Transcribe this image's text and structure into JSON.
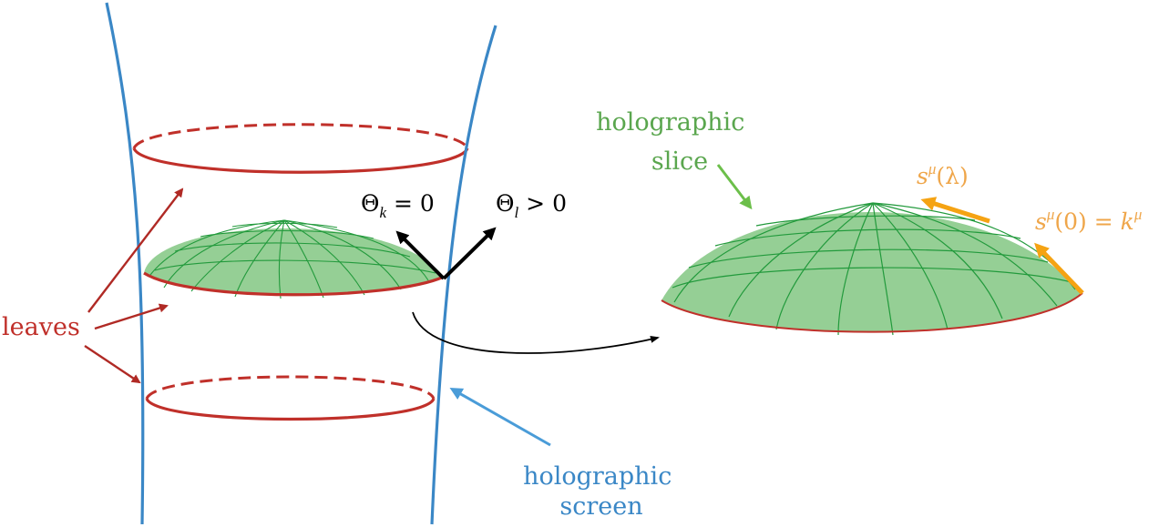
{
  "labels": {
    "leaves": "leaves",
    "holographic_screen": [
      "holographic",
      "screen"
    ],
    "holographic_slice": [
      "holographic",
      "slice"
    ],
    "theta_k": {
      "symbol": "Θ",
      "subscript": "k",
      "relation": " = 0"
    },
    "theta_l": {
      "symbol": "Θ",
      "subscript": "l",
      "relation": " > 0"
    },
    "s_lambda": {
      "base": "s",
      "superscript": "μ",
      "argument": "(λ)"
    },
    "s_zero": {
      "base": "s",
      "superscript": "μ",
      "argument": "(0) = ",
      "rhs_base": "k",
      "rhs_superscript": "μ"
    }
  },
  "colors": {
    "screen": "#3a87c6",
    "leaves": "#c0302a",
    "slice_fill": "#95cf95",
    "slice_grid": "#229a3c",
    "slice_label": "#5aa64e",
    "screen_label": "#3a87c6",
    "leaves_label": "#c0302a",
    "vector": "#f5a313",
    "vector_label": "#efa64a",
    "normals": "#000000"
  }
}
